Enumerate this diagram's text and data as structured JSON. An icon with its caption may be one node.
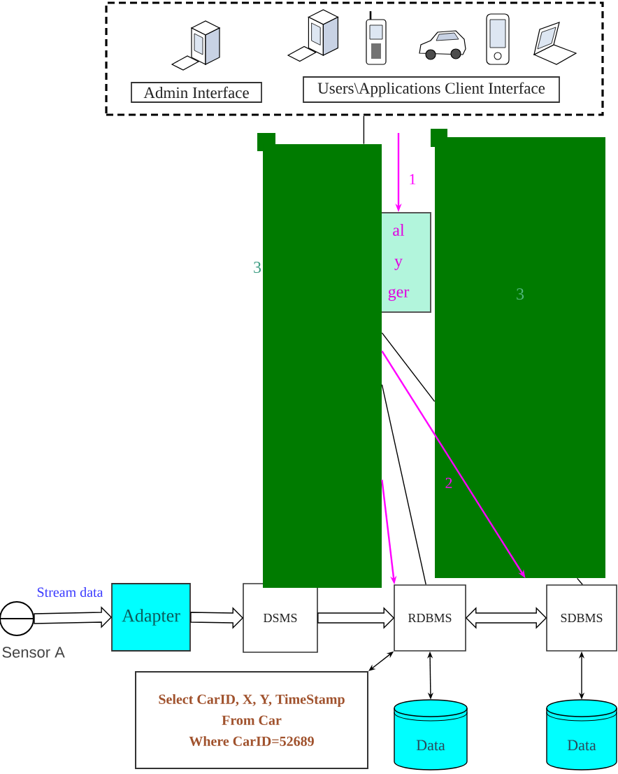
{
  "diagram": {
    "nodes": [
      {
        "text": [],
        "shape": "box"
      },
      {
        "text": [
          "Admin Interface"
        ],
        "in": 0
      },
      {
        "text": [
          "Users\\Applications Client Interface"
        ],
        "in": 0
      },
      {
        "text": [],
        "shape": "box",
        "beside": [
          "3"
        ]
      },
      {
        "text": [
          "al y ger"
        ]
      },
      {
        "text": [
          "3"
        ]
      },
      {
        "text": [],
        "shape": "circle",
        "beside": [
          "Sensor A"
        ]
      },
      {
        "text": [
          "Adapter"
        ]
      },
      {
        "text": [
          "DSMS"
        ]
      },
      {
        "text": [
          "RDBMS"
        ]
      },
      {
        "text": [
          "SDBMS"
        ]
      },
      {
        "text": [
          "Select CarID, X, Y, TimeStamp",
          "From Car",
          "Where CarID=52689"
        ]
      },
      {
        "text": [
          "Data"
        ]
      },
      {
        "text": [
          "Data"
        ]
      }
    ],
    "edges": [
      {
        "from": 0,
        "to": 3,
        "arrow": "none"
      },
      {
        "from": null,
        "to": 4,
        "arrow": "to",
        "label": "1",
        "color": "#ff00ff"
      },
      {
        "from": 3,
        "to": 9,
        "arrow": "none"
      },
      {
        "from": 3,
        "to": 5,
        "arrow": "none"
      },
      {
        "from": 5,
        "to": 10,
        "arrow": "none"
      },
      {
        "from": 3,
        "to": 9,
        "arrow": "to",
        "color": "#ff00ff"
      },
      {
        "from": 3,
        "to": 5,
        "arrow": "to",
        "label": "2",
        "color": "#ff00ff"
      },
      {
        "from": 6,
        "to": 7,
        "arrow": "to",
        "label": "Stream data",
        "style": "thick"
      },
      {
        "from": 7,
        "to": 8,
        "arrow": "to",
        "style": "thick"
      },
      {
        "from": 8,
        "to": 9,
        "arrow": "to",
        "style": "thick"
      },
      {
        "from": 9,
        "to": 10,
        "arrow": "both",
        "style": "thick"
      },
      {
        "from": 9,
        "to": 12,
        "arrow": "both"
      },
      {
        "from": 10,
        "to": 13,
        "arrow": "both"
      },
      {
        "from": 11,
        "to": 9,
        "arrow": "both"
      }
    ]
  }
}
